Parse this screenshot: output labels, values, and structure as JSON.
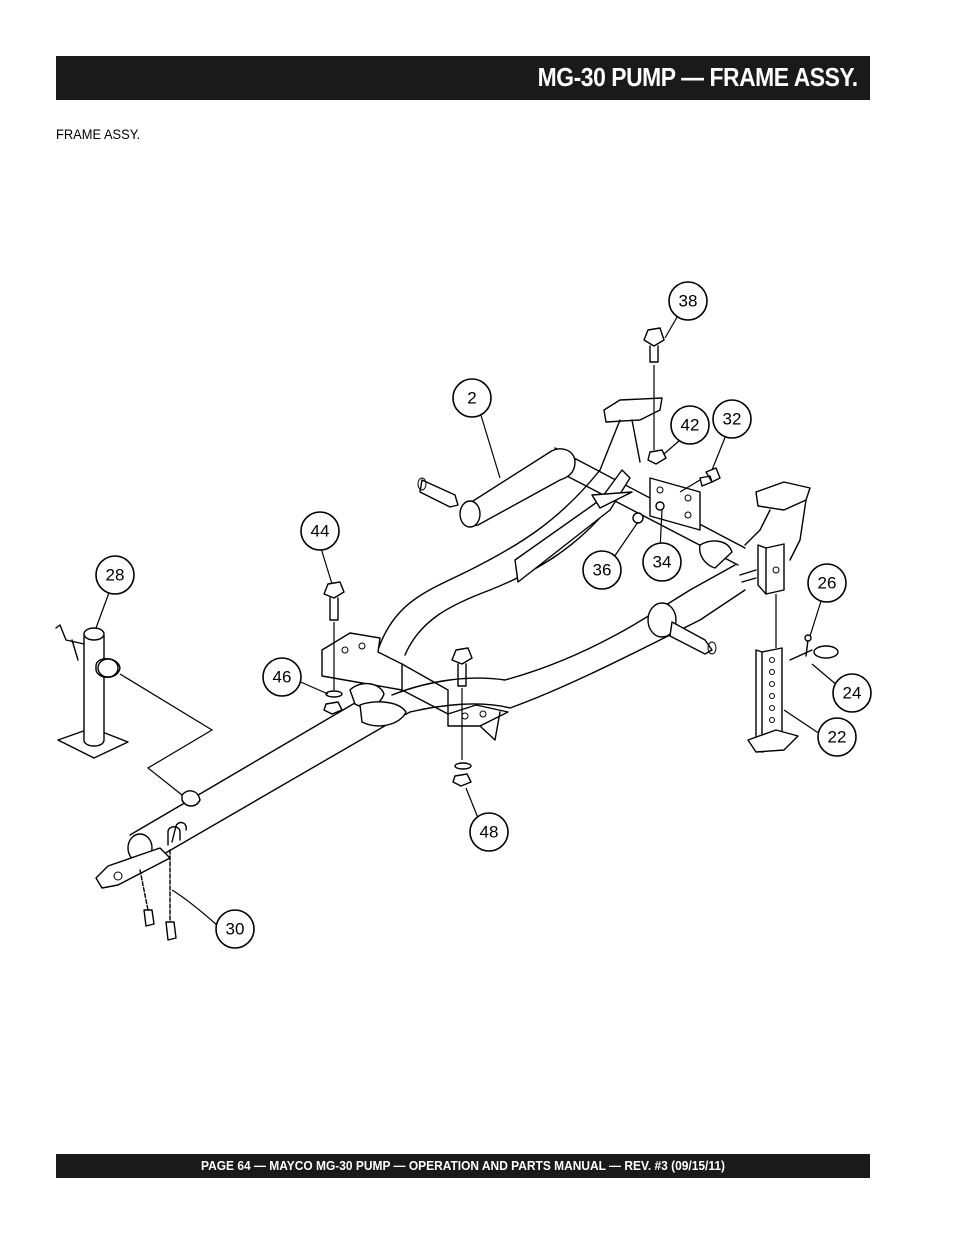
{
  "header": {
    "title": "MG-30 PUMP — FRAME ASSY."
  },
  "section": {
    "label": "FRAME ASSY."
  },
  "callouts": {
    "c38": "38",
    "c2": "2",
    "c42": "42",
    "c32": "32",
    "c44": "44",
    "c36": "36",
    "c34": "34",
    "c28": "28",
    "c26": "26",
    "c46": "46",
    "c24": "24",
    "c22": "22",
    "c48": "48",
    "c30": "30"
  },
  "footer": {
    "text": "PAGE 64 — MAYCO  MG-30 PUMP — OPERATION AND PARTS MANUAL — REV. #3 (09/15/11)"
  }
}
